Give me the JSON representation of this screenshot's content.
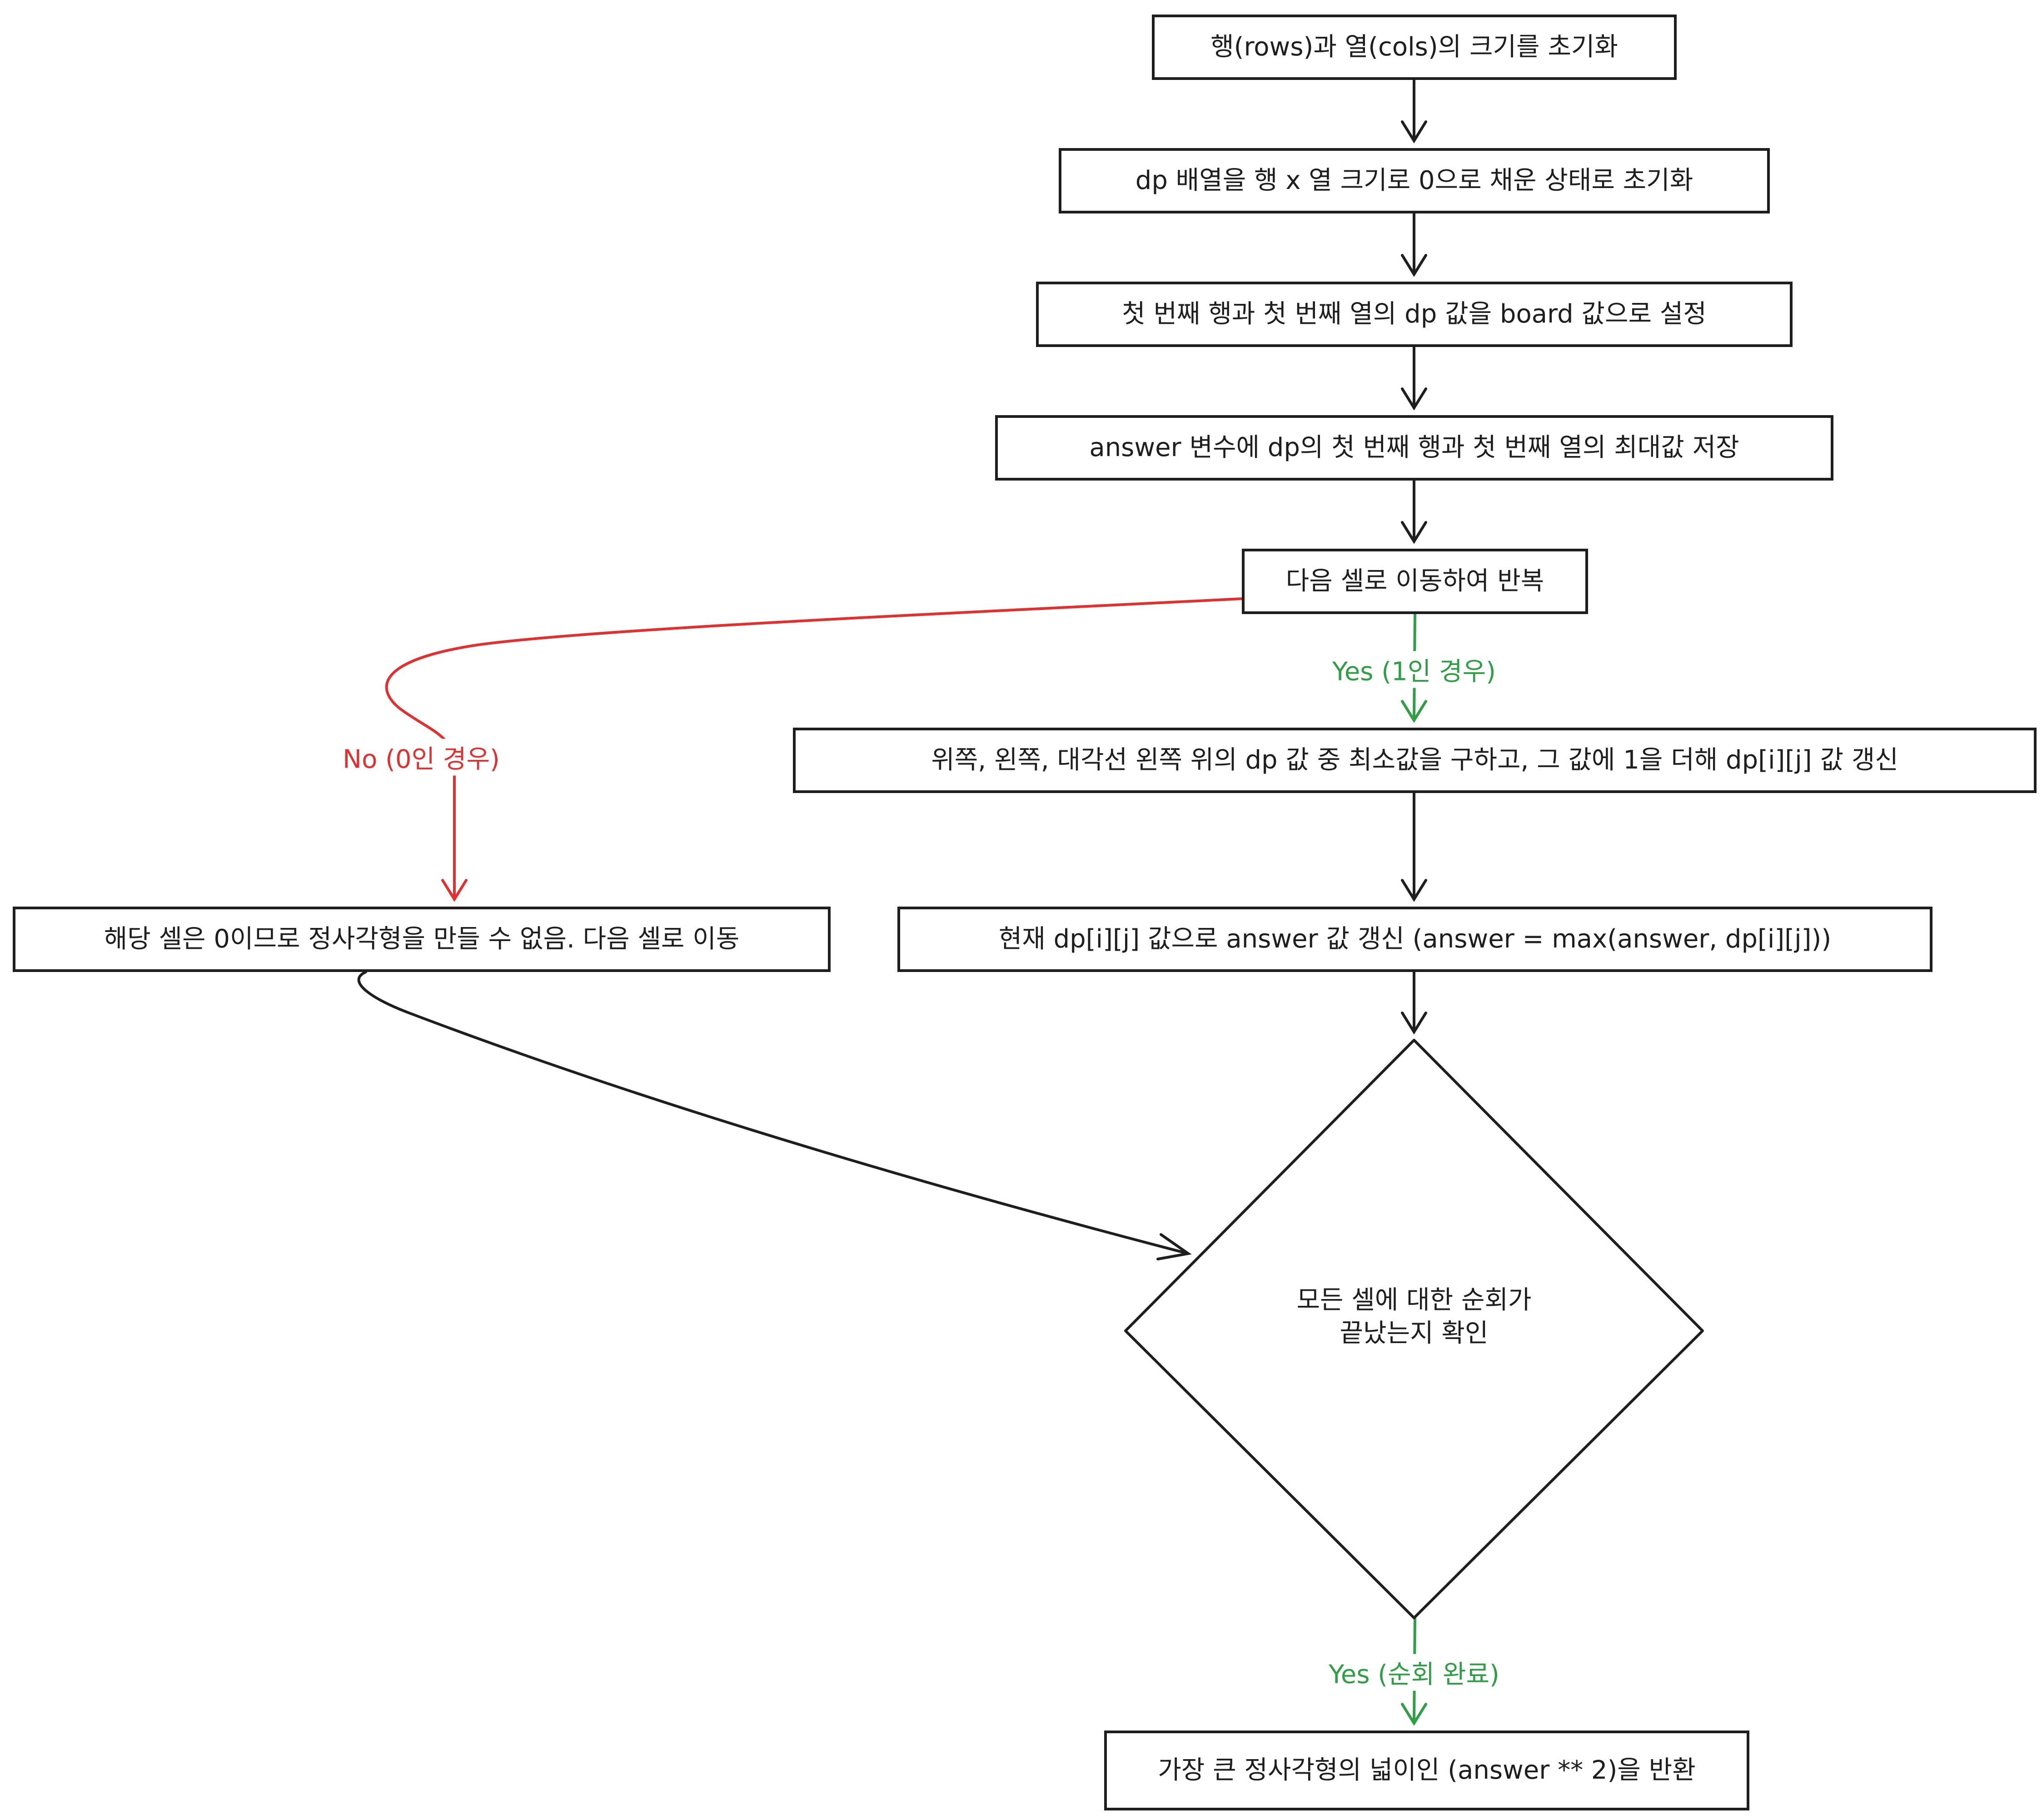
{
  "nodes": {
    "init_size": "행(rows)과 열(cols)의 크기를 초기화",
    "init_dp": "dp 배열을 행 x 열 크기로 0으로 채운 상태로 초기화",
    "set_first": "첫 번째 행과 첫 번째 열의 dp 값을 board 값으로 설정",
    "store_answer": "answer 변수에 dp의 첫 번째 행과 첫 번째 열의 최대값 저장",
    "next_cell": "다음 셀로 이동하여 반복",
    "update_dp": "위쪽, 왼쪽, 대각선 왼쪽 위의 dp 값 중 최소값을 구하고, 그 값에 1을 더해 dp[i][j] 값 갱신",
    "update_answer": "현재 dp[i][j] 값으로 answer 값 갱신 (answer = max(answer, dp[i][j]))",
    "zero_cell": "해당 셀은 0이므로 정사각형을 만들 수 없음. 다음 셀로 이동",
    "check_done_line1": "모든 셀에 대한 순회가",
    "check_done_line2": "끝났는지 확인",
    "return_result": "가장 큰 정사각형의 넓이인 (answer ** 2)을 반환"
  },
  "edge_labels": {
    "yes_one": "Yes (1인 경우)",
    "no_zero": "No (0인 경우)",
    "yes_done": "Yes (순회 완료)"
  },
  "colors": {
    "stroke": "#1e1e1e",
    "yes": "#2f9e44",
    "no": "#e03131"
  }
}
